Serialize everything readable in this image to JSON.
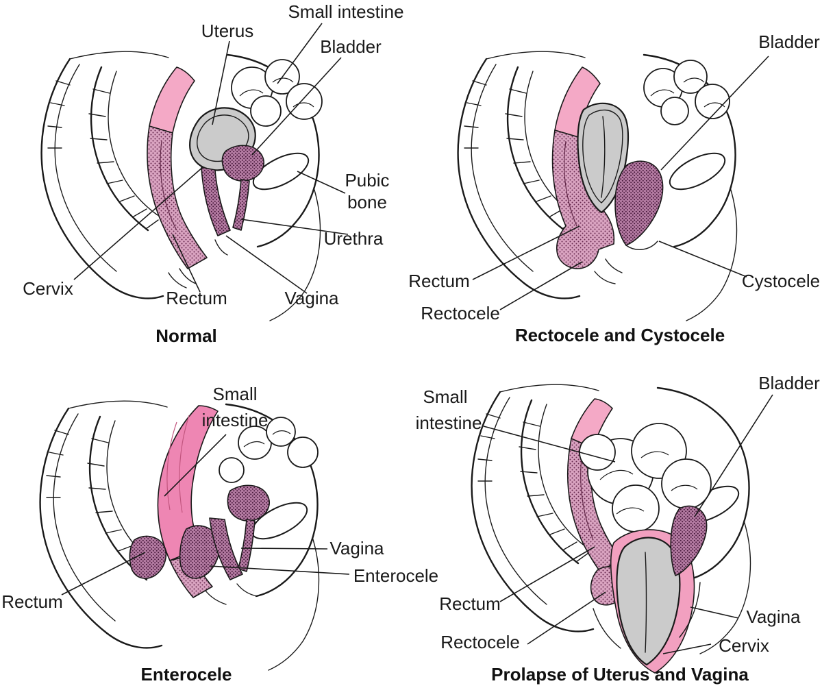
{
  "colors": {
    "outline": "#1a1a1a",
    "pink_light": "#f4a9c6",
    "pink_bright": "#ee86b3",
    "mauve_stipple_base": "#d9a3c0",
    "mauve_stipple_dot": "#6b2d52",
    "dark_stipple_base": "#b57ca3",
    "dark_stipple_dot": "#46173a",
    "uterus_gray": "#cbcbcb",
    "background": "#ffffff"
  },
  "panels": {
    "normal": {
      "title": "Normal",
      "labels": {
        "small_intestine": "Small intestine",
        "uterus": "Uterus",
        "bladder": "Bladder",
        "pubic_bone_line1": "Pubic",
        "pubic_bone_line2": "bone",
        "urethra": "Urethra",
        "vagina": "Vagina",
        "rectum": "Rectum",
        "cervix": "Cervix"
      }
    },
    "rectocele_cystocele": {
      "title": "Rectocele and Cystocele",
      "labels": {
        "bladder": "Bladder",
        "rectum": "Rectum",
        "rectocele": "Rectocele",
        "cystocele": "Cystocele"
      }
    },
    "enterocele": {
      "title": "Enterocele",
      "labels": {
        "small_intestine_line1": "Small",
        "small_intestine_line2": "intestine",
        "vagina": "Vagina",
        "enterocele": "Enterocele",
        "rectum": "Rectum"
      }
    },
    "prolapse": {
      "title": "Prolapse of Uterus and Vagina",
      "labels": {
        "bladder": "Bladder",
        "small_intestine_line1": "Small",
        "small_intestine_line2": "intestine",
        "rectum": "Rectum",
        "rectocele": "Rectocele",
        "vagina": "Vagina",
        "cervix": "Cervix"
      }
    }
  }
}
